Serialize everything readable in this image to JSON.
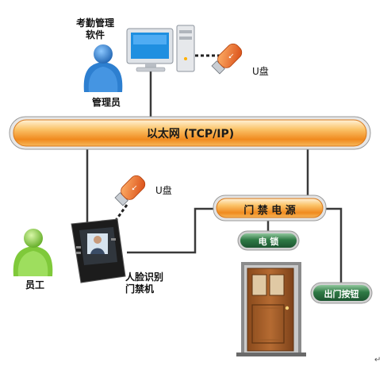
{
  "software_label": "考勤管理\n软件",
  "admin_label": "管理员",
  "usb_top_label": "U盘",
  "usb_mid_label": "U盘",
  "network_label": "以太网 (TCP/IP)",
  "power_label": "门 禁 电 源",
  "lock_label": "电 锁",
  "exit_button_label": "出门按钮",
  "employee_label": "员工",
  "device_label": "人脸识别\n门禁机",
  "corner_mark": "↵",
  "colors": {
    "network_bar": "#f6a63a",
    "pill_green": "#2f7a45",
    "door": "#a45f2c",
    "person_blue": "#2d7fd0",
    "person_green": "#8fd34a",
    "usb_orange": "#e8692a"
  }
}
